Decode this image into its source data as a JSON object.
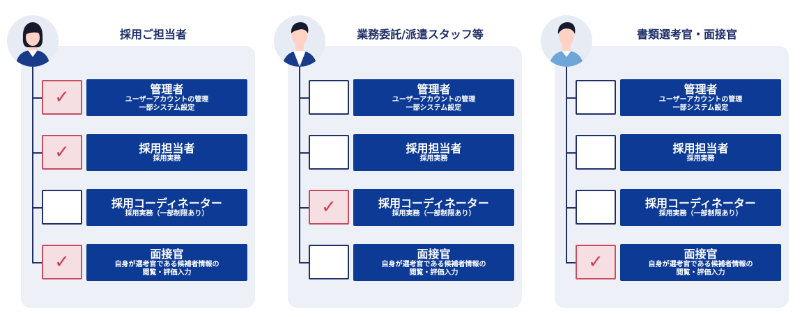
{
  "accent_navy": "#0d3a95",
  "check_color": "#d03b4f",
  "check_glyph": "✓",
  "columns": [
    {
      "title": "採用ご担当者",
      "avatar": "woman-avatar-icon",
      "roles": [
        {
          "name": "管理者",
          "desc1": "ユーザーアカウントの管理",
          "desc2": "一部システム設定",
          "checked": true
        },
        {
          "name": "採用担当者",
          "desc1": "採用実務",
          "desc2": "",
          "checked": true
        },
        {
          "name": "採用コーディネーター",
          "desc1": "採用実務（一部制限あり）",
          "desc2": "",
          "checked": false
        },
        {
          "name": "面接官",
          "desc1": "自身が選考官である候補者情報の",
          "desc2": "閲覧・評価入力",
          "checked": true
        }
      ]
    },
    {
      "title": "業務委託/派遣スタッフ等",
      "avatar": "man-avatar-icon",
      "roles": [
        {
          "name": "管理者",
          "desc1": "ユーザーアカウントの管理",
          "desc2": "一部システム設定",
          "checked": false
        },
        {
          "name": "採用担当者",
          "desc1": "採用実務",
          "desc2": "",
          "checked": false
        },
        {
          "name": "採用コーディネーター",
          "desc1": "採用実務（一部制限あり）",
          "desc2": "",
          "checked": true
        },
        {
          "name": "面接官",
          "desc1": "自身が選考官である候補者情報の",
          "desc2": "閲覧・評価入力",
          "checked": false
        }
      ]
    },
    {
      "title": "書類選考官・面接官",
      "avatar": "man-avatar-icon",
      "roles": [
        {
          "name": "管理者",
          "desc1": "ユーザーアカウントの管理",
          "desc2": "一部システム設定",
          "checked": false
        },
        {
          "name": "採用担当者",
          "desc1": "採用実務",
          "desc2": "",
          "checked": false
        },
        {
          "name": "採用コーディネーター",
          "desc1": "採用実務（一部制限あり）",
          "desc2": "",
          "checked": false
        },
        {
          "name": "面接官",
          "desc1": "自身が選考官である候補者情報の",
          "desc2": "閲覧・評価入力",
          "checked": true
        }
      ]
    }
  ]
}
